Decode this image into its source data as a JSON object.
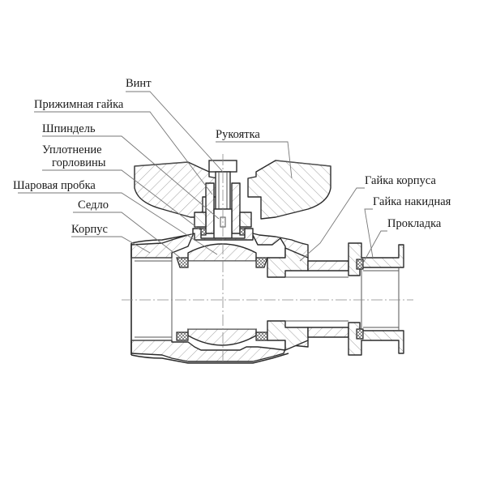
{
  "diagram": {
    "labels": {
      "screw": "Винт",
      "packing_nut": "Прижимная гайка",
      "stem": "Шпиндель",
      "neck_seal_line1": "Уплотнение",
      "neck_seal_line2": "горловины",
      "ball": "Шаровая пробка",
      "seat": "Седло",
      "body": "Корпус",
      "handle": "Рукоятка",
      "body_nut": "Гайка корпуса",
      "union_nut": "Гайка накидная",
      "gasket": "Прокладка"
    },
    "colors": {
      "line": "#2b2b2b",
      "leader": "#777777",
      "text": "#1a1a1a"
    }
  }
}
